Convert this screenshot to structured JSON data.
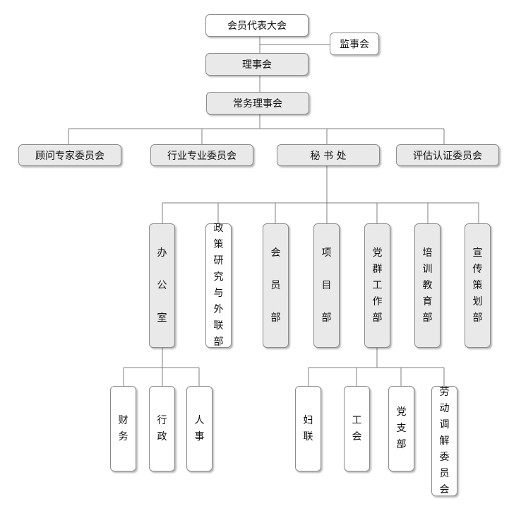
{
  "colors": {
    "box_fill_gray": "#e9e9e9",
    "box_fill_white": "#ffffff",
    "line": "#7f7f7f",
    "border": "#8c8c8c"
  },
  "nodes": {
    "congress": "会员代表大会",
    "supervisory_board": "监事会",
    "council": "理事会",
    "standing_council": "常务理事会",
    "advisory_committee": "顾问专家委员会",
    "industry_committee": "行业专业委员会",
    "secretariat": "秘 书 处",
    "evaluation_committee": "评估认证委员会",
    "office": "办公室",
    "policy_research": "政策研究与外联部",
    "membership_dept": "会员部",
    "project_dept": "项目部",
    "party_mass_dept": "党群工作部",
    "training_dept": "培训教育部",
    "publicity_dept": "宣传策划部",
    "finance": "财务",
    "administration": "行政",
    "personnel": "人事",
    "womens_federation": "妇联",
    "labor_union": "工会",
    "party_branch": "党支部",
    "labor_mediation": "劳动调解委员会"
  }
}
